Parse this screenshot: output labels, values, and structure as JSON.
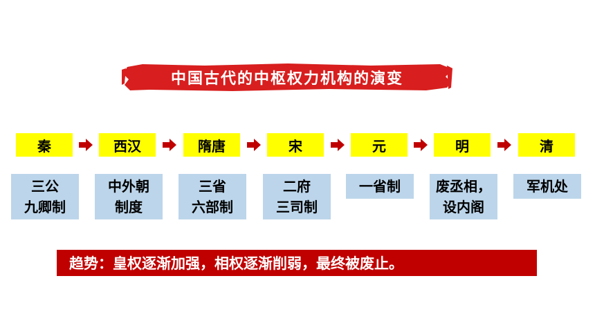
{
  "title": "中国古代的中枢权力机构的演变",
  "dynasties": [
    "秦",
    "西汉",
    "隋唐",
    "宋",
    "元",
    "明",
    "清"
  ],
  "systems": [
    [
      "三公",
      "九卿制"
    ],
    [
      "中外朝",
      "制度"
    ],
    [
      "三省",
      "六部制"
    ],
    [
      "二府",
      "三司制"
    ],
    [
      "一省制"
    ],
    [
      "废丞相，",
      "设内阁"
    ],
    [
      "军机处"
    ]
  ],
  "trend": "趋势：皇权逐渐加强，相权逐渐削弱，最终被废止。",
  "colors": {
    "dynasty_bg": "#ffff00",
    "system_bg": "#bcd5ea",
    "accent_red": "#c00000",
    "banner_red": "#d81e1e"
  }
}
